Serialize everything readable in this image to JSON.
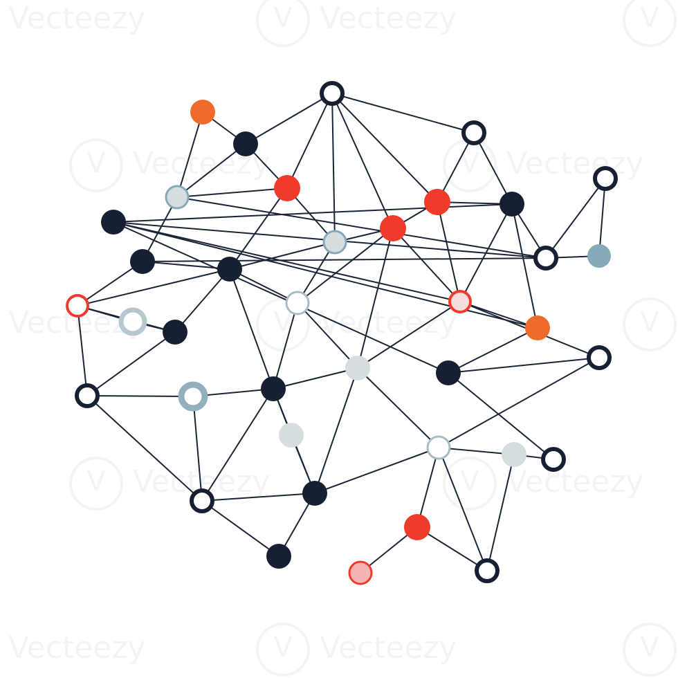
{
  "watermark": {
    "text": "Vecteezy",
    "logo_glyph": "V"
  },
  "colors": {
    "edge": "#1b2437",
    "navy": "#172033",
    "red": "#ef3b2c",
    "orange": "#f06a2b",
    "light_gray": "#d5dde0",
    "steel": "#85a9b8",
    "pink": "#f5b3b3",
    "white": "#ffffff"
  },
  "diagram": {
    "nodes": [
      {
        "id": "n1",
        "style": "navy-ring"
      },
      {
        "id": "n2",
        "style": "orange-solid"
      },
      {
        "id": "n3",
        "style": "navy-solid"
      },
      {
        "id": "n4",
        "style": "navy-ring"
      },
      {
        "id": "n5",
        "style": "navy-ring"
      },
      {
        "id": "n6",
        "style": "gray-solid-ring"
      },
      {
        "id": "n7",
        "style": "red-solid"
      },
      {
        "id": "n8",
        "style": "red-solid"
      },
      {
        "id": "n9",
        "style": "red-solid"
      },
      {
        "id": "n10",
        "style": "navy-solid"
      },
      {
        "id": "n11",
        "style": "navy-ring"
      },
      {
        "id": "n12",
        "style": "gray-solid-ring"
      },
      {
        "id": "n13",
        "style": "steel-solid"
      },
      {
        "id": "n14",
        "style": "navy-solid"
      },
      {
        "id": "n15",
        "style": "navy-solid"
      },
      {
        "id": "n16",
        "style": "navy-solid"
      },
      {
        "id": "n17",
        "style": "red-ring"
      },
      {
        "id": "n18",
        "style": "white-gray-ring"
      },
      {
        "id": "n19",
        "style": "red-ring-pink"
      },
      {
        "id": "n20",
        "style": "gray-ring"
      },
      {
        "id": "n21",
        "style": "navy-solid"
      },
      {
        "id": "n22",
        "style": "orange-solid"
      },
      {
        "id": "n23",
        "style": "navy-ring"
      },
      {
        "id": "n24",
        "style": "gray-solid"
      },
      {
        "id": "n25",
        "style": "navy-ring"
      },
      {
        "id": "n26",
        "style": "steel-ring"
      },
      {
        "id": "n27",
        "style": "navy-solid"
      },
      {
        "id": "n28",
        "style": "navy-solid"
      },
      {
        "id": "n29",
        "style": "gray-solid"
      },
      {
        "id": "n30",
        "style": "white-gray-ring"
      },
      {
        "id": "n31",
        "style": "gray-solid"
      },
      {
        "id": "n32",
        "style": "navy-ring"
      },
      {
        "id": "n33",
        "style": "navy-ring"
      },
      {
        "id": "n34",
        "style": "navy-solid"
      },
      {
        "id": "n35",
        "style": "red-solid"
      },
      {
        "id": "n36",
        "style": "pink-ring"
      },
      {
        "id": "n37",
        "style": "navy-ring"
      },
      {
        "id": "n38",
        "style": "navy-solid"
      }
    ],
    "edges": [
      [
        "n1",
        "n3"
      ],
      [
        "n1",
        "n4"
      ],
      [
        "n1",
        "n7"
      ],
      [
        "n1",
        "n9"
      ],
      [
        "n1",
        "n8"
      ],
      [
        "n1",
        "n12"
      ],
      [
        "n2",
        "n3"
      ],
      [
        "n2",
        "n6"
      ],
      [
        "n3",
        "n6"
      ],
      [
        "n3",
        "n7"
      ],
      [
        "n4",
        "n9"
      ],
      [
        "n4",
        "n10"
      ],
      [
        "n5",
        "n11"
      ],
      [
        "n5",
        "n13"
      ],
      [
        "n6",
        "n11"
      ],
      [
        "n6",
        "n7"
      ],
      [
        "n6",
        "n14"
      ],
      [
        "n7",
        "n15"
      ],
      [
        "n7",
        "n12"
      ],
      [
        "n8",
        "n12"
      ],
      [
        "n8",
        "n9"
      ],
      [
        "n8",
        "n18"
      ],
      [
        "n8",
        "n19"
      ],
      [
        "n8",
        "n24"
      ],
      [
        "n9",
        "n10"
      ],
      [
        "n9",
        "n19"
      ],
      [
        "n10",
        "n11"
      ],
      [
        "n10",
        "n16"
      ],
      [
        "n10",
        "n19"
      ],
      [
        "n10",
        "n22"
      ],
      [
        "n11",
        "n16"
      ],
      [
        "n11",
        "n14"
      ],
      [
        "n12",
        "n15"
      ],
      [
        "n12",
        "n18"
      ],
      [
        "n13",
        "n11"
      ],
      [
        "n14",
        "n15"
      ],
      [
        "n14",
        "n17"
      ],
      [
        "n15",
        "n17"
      ],
      [
        "n15",
        "n18"
      ],
      [
        "n15",
        "n21"
      ],
      [
        "n15",
        "n27"
      ],
      [
        "n16",
        "n19"
      ],
      [
        "n16",
        "n22"
      ],
      [
        "n16",
        "n28"
      ],
      [
        "n17",
        "n20"
      ],
      [
        "n17",
        "n21"
      ],
      [
        "n17",
        "n25"
      ],
      [
        "n18",
        "n24"
      ],
      [
        "n18",
        "n27"
      ],
      [
        "n19",
        "n22"
      ],
      [
        "n19",
        "n23"
      ],
      [
        "n19",
        "n24"
      ],
      [
        "n20",
        "n21"
      ],
      [
        "n21",
        "n25"
      ],
      [
        "n22",
        "n28"
      ],
      [
        "n23",
        "n28"
      ],
      [
        "n23",
        "n30"
      ],
      [
        "n24",
        "n27"
      ],
      [
        "n24",
        "n30"
      ],
      [
        "n24",
        "n34"
      ],
      [
        "n25",
        "n26"
      ],
      [
        "n25",
        "n32"
      ],
      [
        "n26",
        "n27"
      ],
      [
        "n26",
        "n32"
      ],
      [
        "n27",
        "n29"
      ],
      [
        "n27",
        "n32"
      ],
      [
        "n27",
        "n34"
      ],
      [
        "n28",
        "n33"
      ],
      [
        "n29",
        "n34"
      ],
      [
        "n30",
        "n31"
      ],
      [
        "n30",
        "n34"
      ],
      [
        "n30",
        "n35"
      ],
      [
        "n30",
        "n37"
      ],
      [
        "n31",
        "n33"
      ],
      [
        "n31",
        "n37"
      ],
      [
        "n32",
        "n34"
      ],
      [
        "n32",
        "n38"
      ],
      [
        "n34",
        "n38"
      ],
      [
        "n35",
        "n36"
      ],
      [
        "n35",
        "n37"
      ]
    ]
  }
}
